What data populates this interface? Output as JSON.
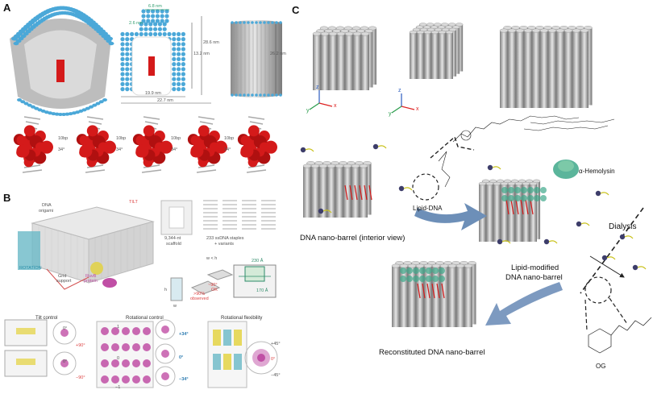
{
  "panels": {
    "a": {
      "letter": "A",
      "dims": {
        "d1": "6.8 nm",
        "d2": "2.6 nm",
        "h1": "13.2 nm",
        "h2": "28.6 nm",
        "w1": "19.9 nm",
        "w2": "22.7 nm",
        "h3": "26.2 nm"
      },
      "rot_step": "10bp",
      "rot_angle": "34°"
    },
    "b": {
      "letter": "B",
      "labels": {
        "origami_1": "DNA",
        "origami_2": "origami",
        "tilt": "TILT",
        "rotation": "ROTATION",
        "grid": "Grid",
        "grid2": "support",
        "rhl1": "RuvB",
        "rhl2": "protein",
        "scaffold": "9,344-nt",
        "scaffold2": "scaffold",
        "staples": "233 ssDNA staples",
        "staples2": "+ variants",
        "w_gt_h": "w < h",
        "pct1": "~90°",
        "pct1b": "OK",
        "pct2": ">90%",
        "pct2b": "observed",
        "dim230": "230 Å",
        "dim170": "170 Å",
        "h": "h",
        "w": "w",
        "tilt_control": "Tilt control",
        "rot_control": "Rotational control",
        "rot_flex": "Rotational flexibility",
        "deg_p90": "+90°",
        "deg_m90": "−90°",
        "deg_0a": "0°",
        "deg_0b": "0°",
        "deg_p34": "+34°",
        "deg_0c": "0°",
        "deg_m34": "−34°",
        "deg_p45": "+45°",
        "deg_0d": "0°",
        "deg_m45": "−45°",
        "one": "1",
        "zero": "0",
        "mone": "−1"
      }
    },
    "c": {
      "letter": "C",
      "axes": {
        "x": "x",
        "y": "y",
        "z": "z"
      },
      "labels": {
        "lipid_dna": "Lipid-DNA",
        "hemolysin": "α-Hemolysin",
        "dialysis": "Dialysis",
        "barrel_interior": "DNA nano-barrel (interior view)",
        "lipid_mod_1": "Lipid-modified",
        "lipid_mod_2": "DNA nano-barrel",
        "reconstituted": "Reconstituted DNA nano-barrel",
        "og": "OG"
      }
    }
  },
  "colors": {
    "cyl_body": "#c9c9c9",
    "cyl_top": "#4ba8d8",
    "red": "#d41a1a",
    "pink": "#c04fa5",
    "green": "#2f8c6a",
    "arrow": "#5d82ad"
  }
}
